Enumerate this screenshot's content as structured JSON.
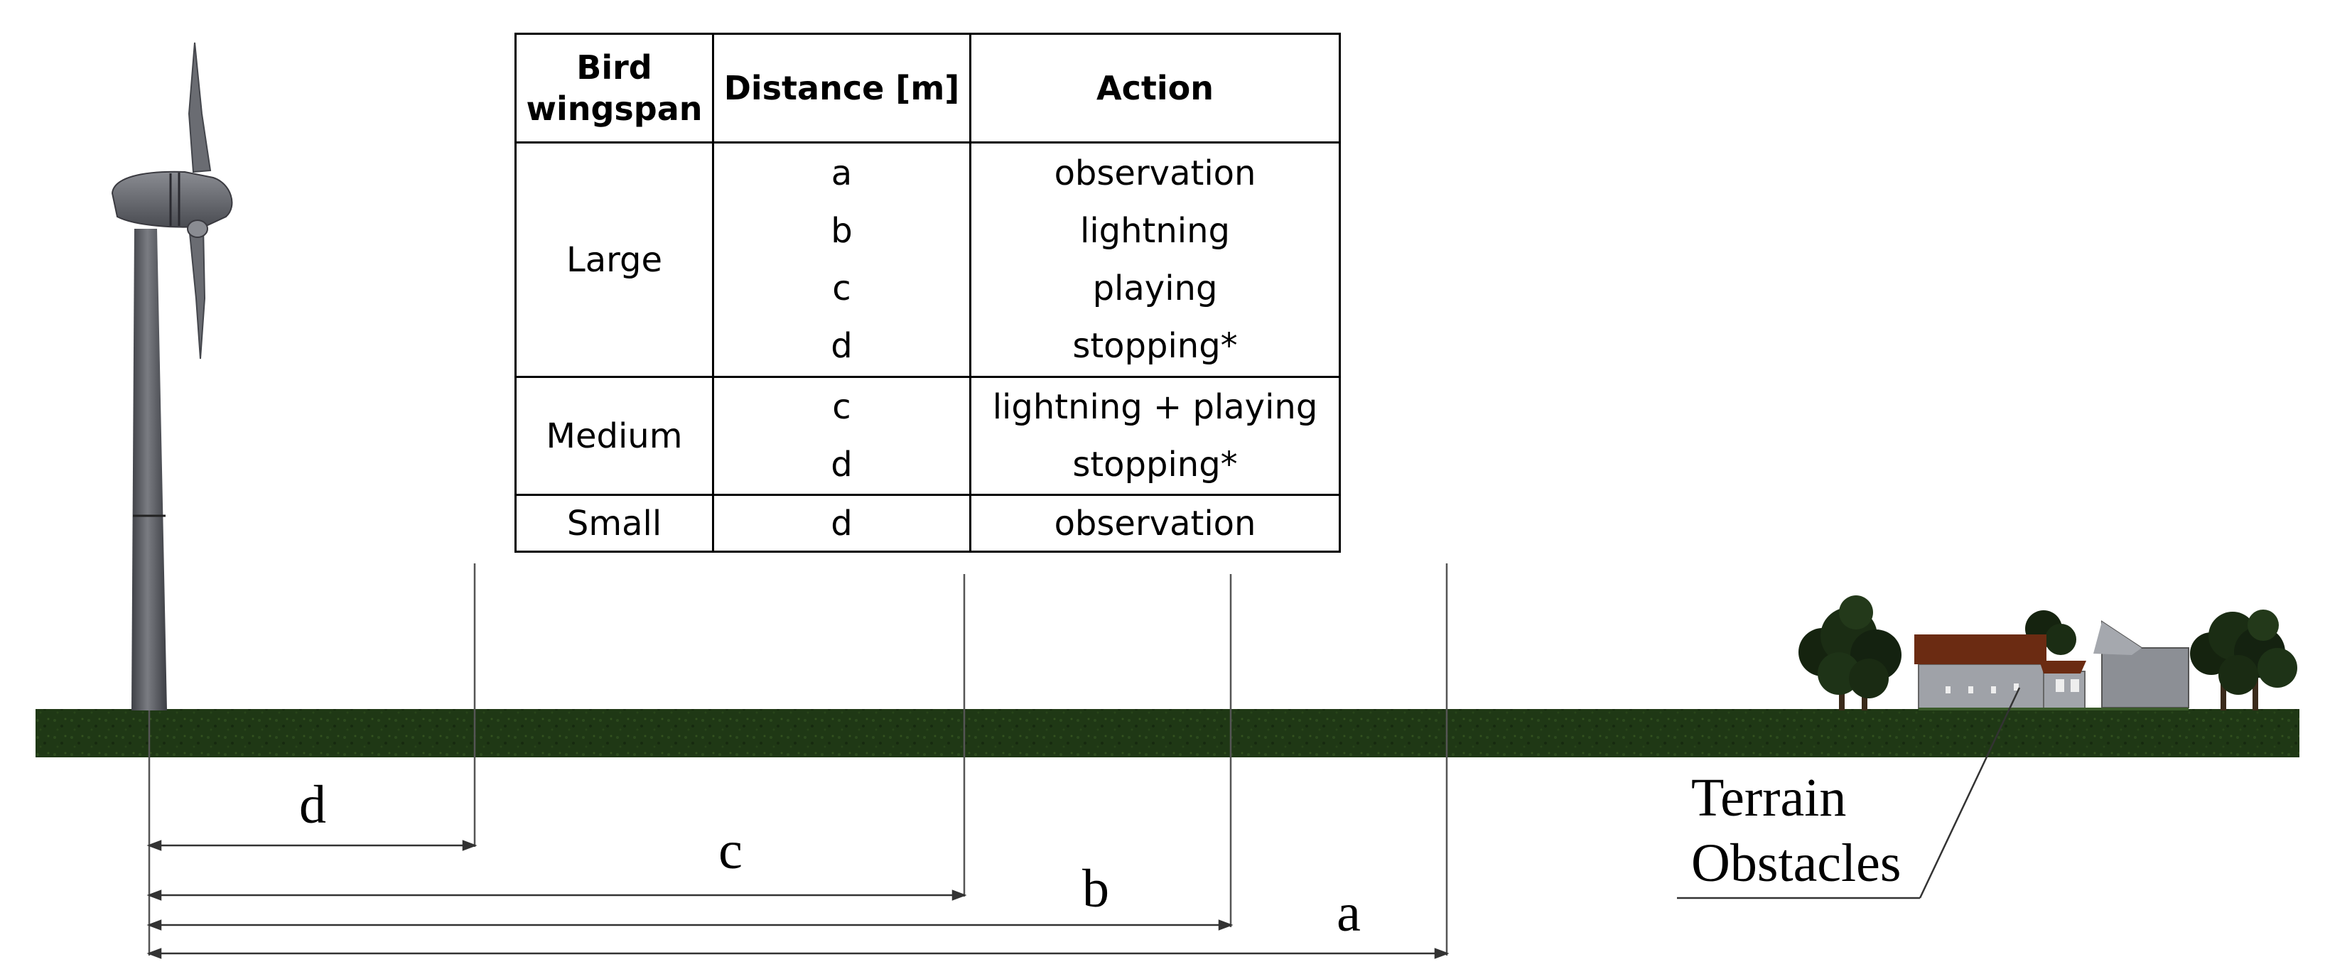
{
  "table": {
    "headers": [
      "Bird wingspan",
      "Distance [m]",
      "Action"
    ],
    "header_lines": {
      "wingspan": [
        "Bird",
        "wingspan"
      ],
      "distance": "Distance [m]",
      "action": "Action"
    },
    "groups": [
      {
        "wingspan": "Large",
        "rows": [
          {
            "distance": "a",
            "action": "observation"
          },
          {
            "distance": "b",
            "action": "lightning"
          },
          {
            "distance": "c",
            "action": "playing"
          },
          {
            "distance": "d",
            "action": "stopping*"
          }
        ]
      },
      {
        "wingspan": "Medium",
        "rows": [
          {
            "distance": "c",
            "action": "lightning + playing"
          },
          {
            "distance": "d",
            "action": "stopping*"
          }
        ]
      },
      {
        "wingspan": "Small",
        "rows": [
          {
            "distance": "d",
            "action": "observation"
          }
        ]
      }
    ]
  },
  "dimensions": {
    "d": "d",
    "c": "c",
    "b": "b",
    "a": "a"
  },
  "callout": {
    "line1": "Terrain",
    "line2": "Obstacles"
  },
  "colors": {
    "ground": "#1f3a14",
    "turbine": "#5e6066",
    "roof": "#6b2b12",
    "tree": "#1a2a16"
  }
}
